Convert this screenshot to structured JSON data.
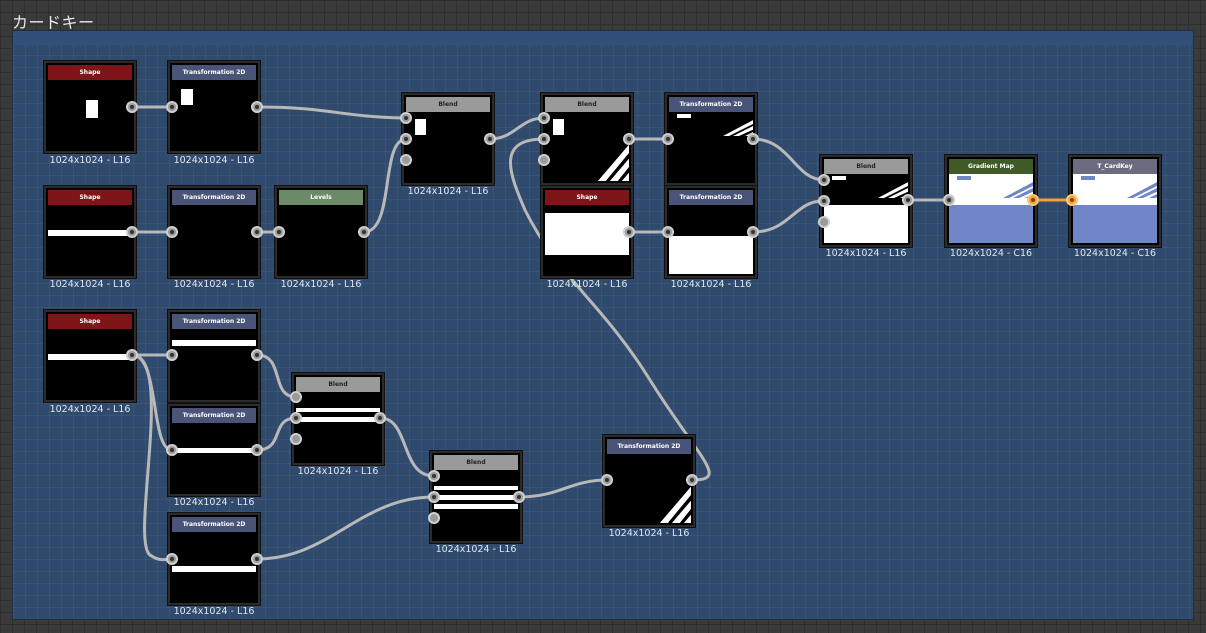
{
  "frame": {
    "title": "カードキー"
  },
  "nodes": {
    "shape1": {
      "title": "Shape",
      "res": "1024x1024 - L16"
    },
    "tr1": {
      "title": "Transformation 2D",
      "res": "1024x1024 - L16"
    },
    "shape2": {
      "title": "Shape",
      "res": "1024x1024 - L16"
    },
    "tr2": {
      "title": "Transformation 2D",
      "res": "1024x1024 - L16"
    },
    "levels": {
      "title": "Levels",
      "res": "1024x1024 - L16"
    },
    "blend1": {
      "title": "Blend",
      "res": "1024x1024 - L16"
    },
    "blend2": {
      "title": "Blend",
      "res": ""
    },
    "shape4": {
      "title": "Shape",
      "res": "1024x1024 - L16"
    },
    "tr3": {
      "title": "Transformation 2D",
      "res": ""
    },
    "tr4": {
      "title": "Transformation 2D",
      "res": "1024x1024 - L16"
    },
    "blend3": {
      "title": "Blend",
      "res": "1024x1024 - L16"
    },
    "grad": {
      "title": "Gradient Map",
      "res": "1024x1024 - C16"
    },
    "out": {
      "title": "T_CardKey",
      "res": "1024x1024 - C16"
    },
    "shape3": {
      "title": "Shape",
      "res": "1024x1024 - L16"
    },
    "tr5": {
      "title": "Transformation 2D",
      "res": ""
    },
    "tr6": {
      "title": "Transformation 2D",
      "res": "1024x1024 - L16"
    },
    "tr7": {
      "title": "Transformation 2D",
      "res": "1024x1024 - L16"
    },
    "blend4": {
      "title": "Blend",
      "res": "1024x1024 - L16"
    },
    "blend5": {
      "title": "Blend",
      "res": "1024x1024 - L16"
    },
    "tr8": {
      "title": "Transformation 2D",
      "res": "1024x1024 - L16"
    }
  },
  "colors": {
    "frame_bg": "#2f4a6d",
    "wire": "#b8b8b8",
    "output_wire": "#f2a13a",
    "gradient_blue": "#6f86c9"
  }
}
